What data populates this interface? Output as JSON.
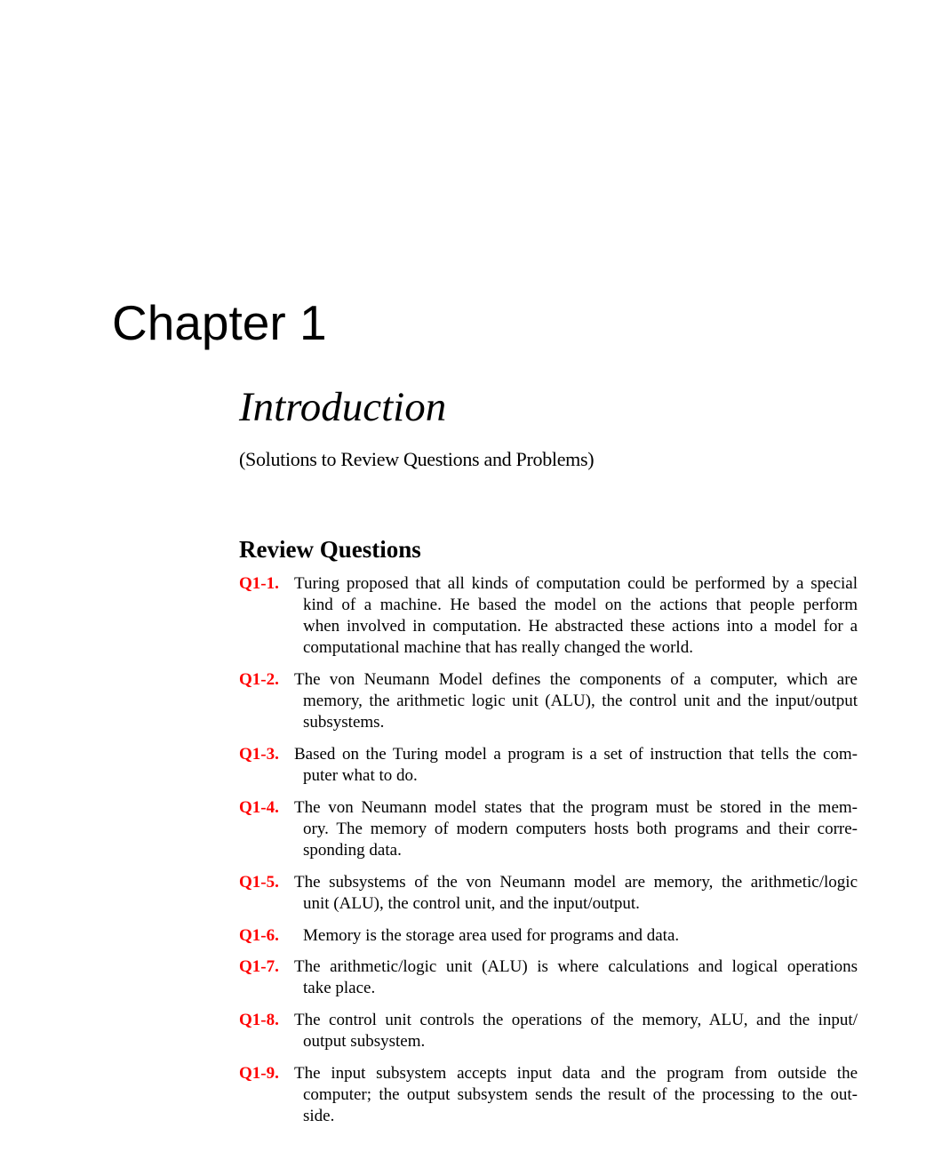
{
  "chapter_heading": "Chapter 1",
  "chapter_title": "Introduction",
  "subtitle": "(Solutions to Review Questions and Problems)",
  "section_heading": "Review Questions",
  "colors": {
    "label": "#ff0000",
    "text": "#000000"
  },
  "questions": [
    {
      "label": "Q1-1.",
      "lines": [
        "Turing proposed that all kinds of computation could be performed by a special",
        "kind of a machine. He based the model on the actions that people perform",
        "when involved in computation. He abstracted these actions into a model for a",
        "computational machine that has really changed the world."
      ]
    },
    {
      "label": "Q1-2.",
      "lines": [
        "The von Neumann Model defines the components of a computer, which are",
        "memory, the arithmetic logic unit (ALU), the control unit and the input/output",
        "subsystems."
      ]
    },
    {
      "label": "Q1-3.",
      "lines": [
        "Based on the Turing model a program is a set of instruction that tells the com-",
        "puter what to do."
      ]
    },
    {
      "label": "Q1-4.",
      "lines": [
        "The von Neumann model states that the program must be stored in the mem-",
        "ory. The memory of modern computers hosts both programs and their corre-",
        "sponding data."
      ]
    },
    {
      "label": "Q1-5.",
      "lines": [
        "The subsystems of the von Neumann model are memory, the arithmetic/logic",
        "unit (ALU), the control unit, and the input/output."
      ]
    },
    {
      "label": "Q1-6.",
      "lines": [
        "Memory is the storage area used for programs and data."
      ]
    },
    {
      "label": "Q1-7.",
      "lines": [
        "The arithmetic/logic unit (ALU) is where calculations and logical operations",
        "take place."
      ]
    },
    {
      "label": "Q1-8.",
      "lines": [
        "The control unit controls the operations of the memory, ALU, and the input/",
        "output subsystem."
      ]
    },
    {
      "label": "Q1-9.",
      "lines": [
        "The input subsystem accepts input data and the program from outside the",
        "computer; the output subsystem sends the result of the processing to the out-",
        "side."
      ]
    }
  ]
}
